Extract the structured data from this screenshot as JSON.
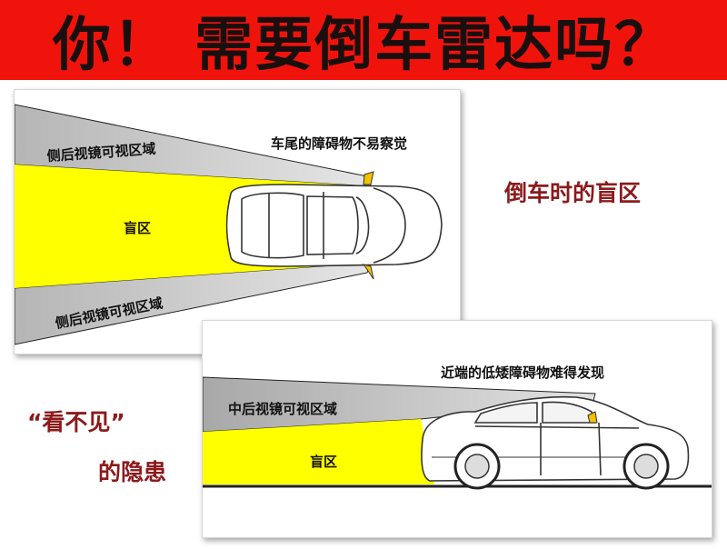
{
  "banner": {
    "title": "你！ 需要倒车雷达吗？",
    "background_color": "#f0130c"
  },
  "top_panel": {
    "upper_mirror_label": "侧后视镜可视区域",
    "rear_obstacle_label": "车尾的障碍物不易察觉",
    "blind_zone_label": "盲区",
    "lower_mirror_label": "侧后视镜可视区域"
  },
  "bottom_panel": {
    "near_obstacle_label": "近端的低矮障碍物难得发现",
    "center_mirror_label": "中后视镜可视区域",
    "blind_zone_label": "盲区"
  },
  "side_text": {
    "blind_zone_title": "倒车时的盲区",
    "quote": "“看不见”",
    "hidden_danger": "的隐患",
    "text_color": "#8b1a1c"
  },
  "colors": {
    "blind_zone_yellow": "#ffff00",
    "mirror_zone_gray": "#c8c8c8"
  }
}
